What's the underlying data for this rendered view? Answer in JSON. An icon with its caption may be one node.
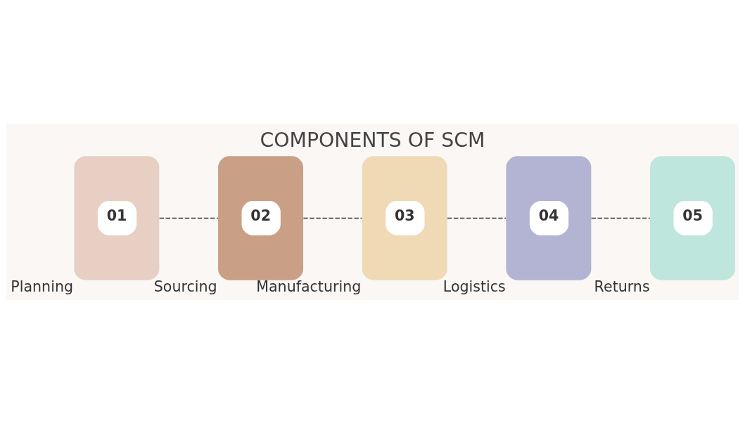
{
  "diagram": {
    "title": "COMPONENTS OF SCM",
    "nodes": [
      {
        "text": [
          "01"
        ],
        "beside": [
          "Planning"
        ]
      },
      {
        "text": [
          "02"
        ],
        "beside": [
          "Sourcing"
        ]
      },
      {
        "text": [
          "03"
        ],
        "beside": [
          "Manufacturing"
        ]
      },
      {
        "text": [
          "04"
        ],
        "beside": [
          "Logistics"
        ]
      },
      {
        "text": [
          "05"
        ],
        "beside": [
          "Returns"
        ]
      }
    ],
    "edges": [
      {
        "from": 0,
        "to": 1,
        "arrow": "none",
        "style": "dashed"
      },
      {
        "from": 1,
        "to": 2,
        "arrow": "none",
        "style": "dashed"
      },
      {
        "from": 2,
        "to": 3,
        "arrow": "none",
        "style": "dashed"
      },
      {
        "from": 3,
        "to": 4,
        "arrow": "none",
        "style": "dashed"
      }
    ]
  }
}
